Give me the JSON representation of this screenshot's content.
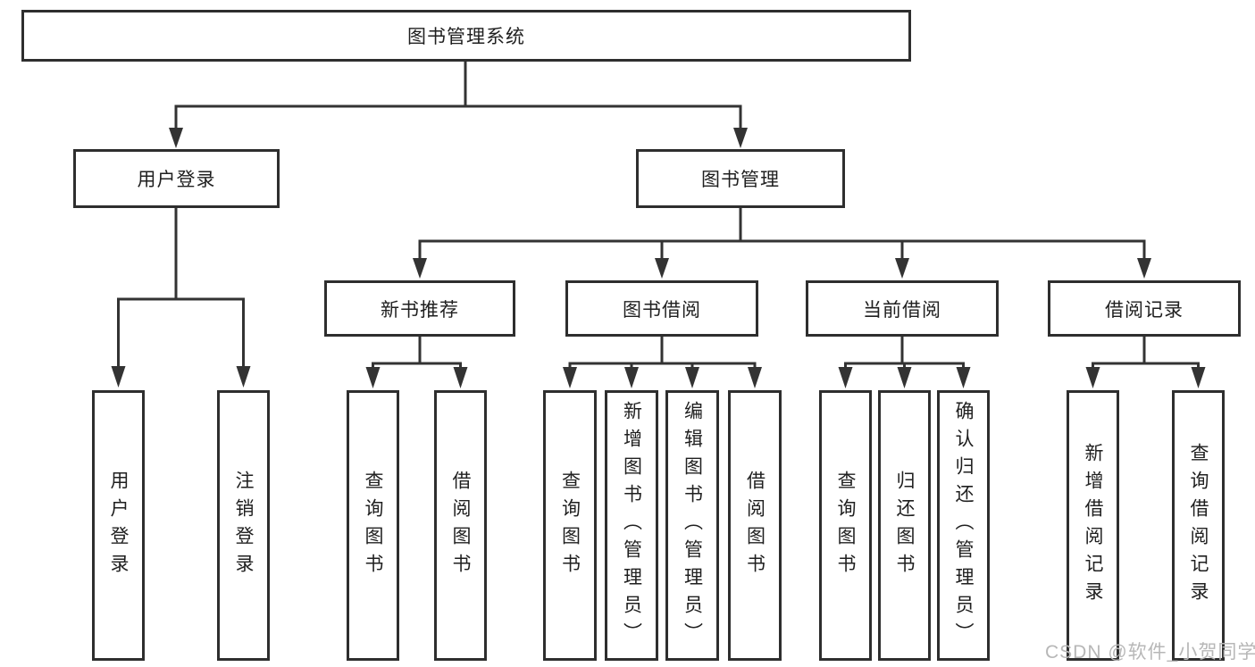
{
  "diagram_title": "图书管理系统",
  "tree": {
    "root": {
      "label": "图书管理系统"
    },
    "branches": [
      {
        "label": "用户登录",
        "children": [
          {
            "label": "用户登录"
          },
          {
            "label": "注销登录"
          }
        ]
      },
      {
        "label": "图书管理",
        "children": [
          {
            "label": "新书推荐",
            "children": [
              {
                "label": "查询图书"
              },
              {
                "label": "借阅图书"
              }
            ]
          },
          {
            "label": "图书借阅",
            "children": [
              {
                "label": "查询图书"
              },
              {
                "label": "新增图书（管理员）"
              },
              {
                "label": "编辑图书（管理员）"
              },
              {
                "label": "借阅图书"
              }
            ]
          },
          {
            "label": "当前借阅",
            "children": [
              {
                "label": "查询图书"
              },
              {
                "label": "归还图书"
              },
              {
                "label": "确认归还（管理员）"
              }
            ]
          },
          {
            "label": "借阅记录",
            "children": [
              {
                "label": "新增借阅记录"
              },
              {
                "label": "查询借阅记录"
              }
            ]
          }
        ]
      }
    ]
  },
  "watermark": "CSDN @软件_小贺同学",
  "colors": {
    "line": "#333333",
    "box_border": "#2e2e2e",
    "text": "#1f1f1f",
    "watermark": "#b7b7b7",
    "background": "#ffffff"
  }
}
